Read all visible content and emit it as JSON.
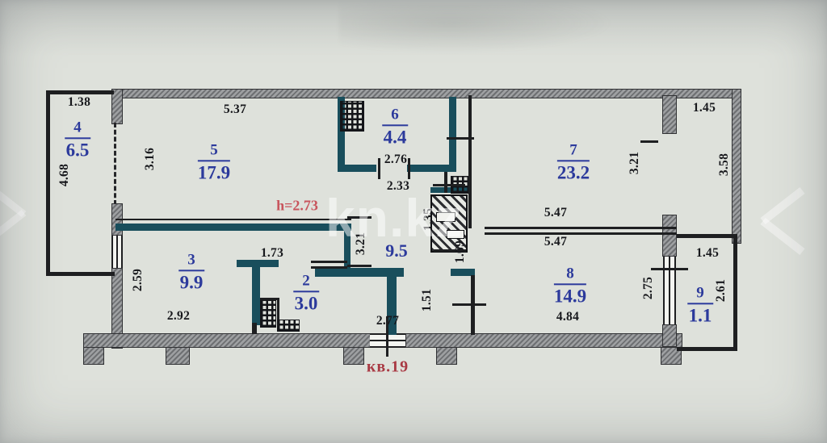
{
  "watermark": "kn.kz",
  "labels": {
    "ceiling_height": "h=2.73",
    "apartment_number": "кв.19"
  },
  "rooms": {
    "r4": {
      "num": "4",
      "area": "6.5"
    },
    "r5": {
      "num": "5",
      "area": "17.9"
    },
    "r6": {
      "num": "6",
      "area": "4.4"
    },
    "r7": {
      "num": "7",
      "area": "23.2"
    },
    "r3": {
      "num": "3",
      "area": "9.9"
    },
    "r2": {
      "num": "2",
      "area": "3.0"
    },
    "r8": {
      "num": "8",
      "area": "14.9"
    },
    "r9": {
      "num": "9",
      "area": "1.1"
    },
    "hall": {
      "area": "9.5"
    }
  },
  "dims": {
    "balc4_top": "1.38",
    "r5_top": "5.37",
    "r7_niche": "1.45",
    "balc4_left": "4.68",
    "r5_left": "3.16",
    "r6_width": "2.76",
    "hall_top": "2.33",
    "r7_height": "3.21",
    "right_wall": "3.58",
    "r8_top1": "5.47",
    "r8_top2": "5.47",
    "r3_left": "2.59",
    "r2_top": "1.73",
    "r3_bottom": "2.92",
    "hall_left": "3.21",
    "shaft_left": "1.35",
    "shaft_right": "1.69",
    "lobby_width": "1.51",
    "entry_wall": "2.77",
    "r8_bottom": "4.84",
    "r8_right": "2.75",
    "balc9_top": "1.45",
    "balc9_right": "2.61"
  },
  "colors": {
    "wall_gray": "#8f9193",
    "partition_teal": "#194e5c",
    "label_blue": "#2c3a9c",
    "height_red": "#c8545c",
    "apartment_red": "#a93a44",
    "paper": "#dee1db"
  }
}
